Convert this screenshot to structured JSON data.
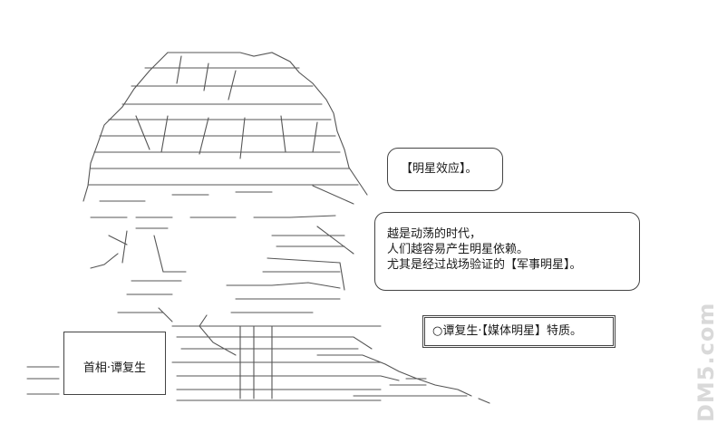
{
  "bubble_1": {
    "line": "【明星效应】。"
  },
  "bubble_2": {
    "lines": [
      "越是动荡的时代，",
      "人们越容易产生明星依赖。",
      "尤其是经过战场验证的【军事明星】。"
    ]
  },
  "caption": {
    "text": "○谭复生·【媒体明星】特质。"
  },
  "name_box": {
    "text": "首相·谭复生"
  },
  "watermark": {
    "text": "DM5.com"
  },
  "colors": {
    "ink": "#444444",
    "watermark": "#d9d9d9",
    "background": "#ffffff"
  }
}
